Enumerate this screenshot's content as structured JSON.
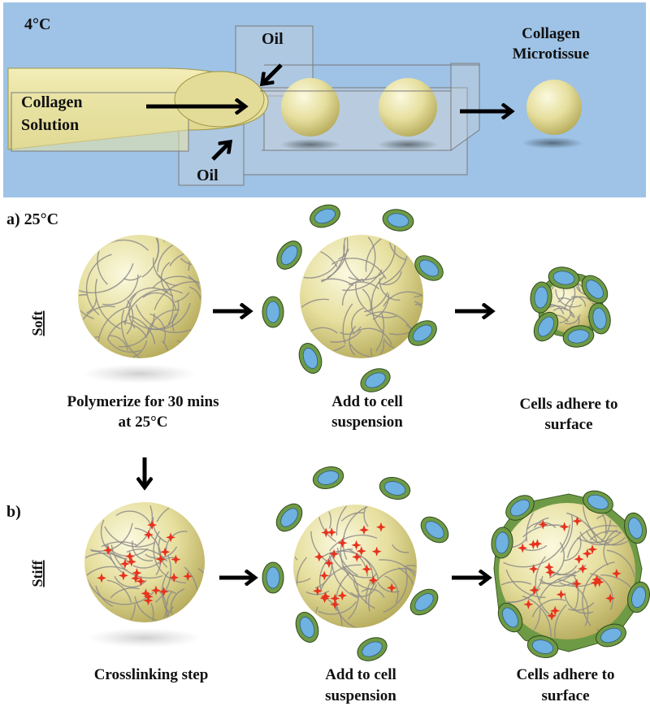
{
  "top_panel": {
    "temperature": "4°C",
    "collagen_solution": [
      "Collagen",
      "Solution"
    ],
    "oil_top": "Oil",
    "oil_bottom": "Oil",
    "microtissue": [
      "Collagen",
      "Microtissue"
    ]
  },
  "panel_a": {
    "label": "a) 25°C",
    "side_label": "Soft",
    "step1_caption": [
      "Polymerize for 30 mins",
      "at 25°C"
    ],
    "step2_caption": [
      "Add to cell",
      "suspension"
    ],
    "step3_caption": [
      "Cells adhere to",
      "surface"
    ]
  },
  "panel_b": {
    "label": "b)",
    "side_label": "Stiff",
    "step1_caption": [
      "Crosslinking step"
    ],
    "step2_caption": [
      "Add to cell",
      "suspension"
    ],
    "step3_caption": [
      "Cells adhere to",
      "surface"
    ]
  },
  "colors": {
    "panel_bg": "#9ec3e6",
    "collagen": "#e9e3a6",
    "cell_outer": "#6e9a45",
    "cell_inner": "#6fb1e0",
    "crosslink": "#e8321e"
  }
}
